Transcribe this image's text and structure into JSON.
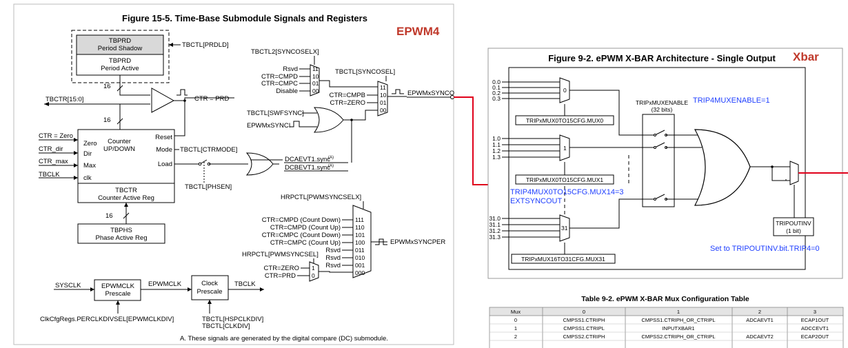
{
  "left": {
    "title": "Figure 15-5. Time-Base Submodule Signals and Registers",
    "tag": "EPWM4",
    "tbprd_shadow": [
      "TBPRD",
      "Period Shadow"
    ],
    "tbprd_active": [
      "TBPRD",
      "Period Active"
    ],
    "tbctl_prdld": "TBCTL[PRDLD]",
    "w16a": "16",
    "w16b": "16",
    "w16c": "16",
    "tbctr": "TBCTR[15:0]",
    "ctr_prd": "CTR = PRD",
    "counter_inputs": [
      "CTR = Zero",
      "CTR_dir",
      "CTR_max",
      "TBCLK"
    ],
    "counter_left": [
      "Zero",
      "Dir",
      "Max",
      "clk"
    ],
    "counter_center": [
      "Counter",
      "UP/DOWN"
    ],
    "counter_right": [
      "Reset",
      "Mode",
      "Load"
    ],
    "counter_reg": [
      "TBCTR",
      "Counter Active Reg"
    ],
    "tbctl_ctrmode": "TBCTL[CTRMODE]",
    "tbctl_phsen": "TBCTL[PHSEN]",
    "tbphs": [
      "TBPHS",
      "Phase Active Reg"
    ],
    "tbctl2": "TBCTL2[SYNCOSELX]",
    "mux1_inputs": [
      "Rsvd",
      "CTR=CMPD",
      "CTR=CMPC",
      "Disable"
    ],
    "mux1_codes": [
      "11",
      "10",
      "01",
      "00"
    ],
    "tbctl_syncosel": "TBCTL[SYNCOSEL]",
    "mux2_inputs": [
      "CTR=CMPB",
      "CTR=ZERO"
    ],
    "mux2_codes": [
      "11",
      "10",
      "01",
      "00"
    ],
    "epwmxsynco": "EPWMxSYNCO",
    "swfsync": "TBCTL[SWFSYNC]",
    "epwmxsynci": "EPWMxSYNCI",
    "dcaevt": "DCAEVT1.sync",
    "dcbevt": "DCBEVT1.sync",
    "footnote_mark": "(A)",
    "hrpctl_x": "HRPCTL[PWMSYNCSELX]",
    "mux3_inputs": [
      "CTR=CMPD (Count Down)",
      "CTR=CMPD (Count Up)",
      "CTR=CMPC (Count Down)",
      "CTR=CMPC (Count Up)",
      "Rsvd",
      "Rsvd",
      "Rsvd"
    ],
    "mux3_codes": [
      "111",
      "110",
      "101",
      "100",
      "011",
      "010",
      "001",
      "000"
    ],
    "epwmxsyncper": "EPWMxSYNCPER",
    "hrpctl_sel": "HRPCTL[PWMSYNCSEL]",
    "mux4_inputs": [
      "CTR=ZERO",
      "CTR=PRD"
    ],
    "mux4_codes": [
      "1",
      "0"
    ],
    "sysclk": "SYSCLK",
    "epwmclk_box": [
      "EPWMCLK",
      "Prescale"
    ],
    "epwmclk": "EPWMCLK",
    "clock_box": [
      "Clock",
      "Prescale"
    ],
    "tbclk_out": "TBCLK",
    "clkcfg": "ClkCfgRegs.PERCLKDIVSEL[EPWMCLKDIV]",
    "hspclk": [
      "TBCTL[HSPCLKDIV]",
      "TBCTL[CLKDIV]"
    ],
    "footnote": "A. These signals are generated by the digital compare (DC) submodule."
  },
  "right": {
    "title": "Figure 9-2. ePWM X-BAR Architecture - Single Output",
    "tag": "Xbar",
    "g0": [
      "0.0",
      "0.1",
      "0.2",
      "0.3"
    ],
    "g1": [
      "1.0",
      "1.1",
      "1.2",
      "1.3"
    ],
    "g31": [
      "31.0",
      "31.1",
      "31.2",
      "31.3"
    ],
    "mux_labels": [
      "0",
      "1",
      "31"
    ],
    "cfg0": "TRIPxMUX0TO15CFG.MUX0",
    "cfg1": "TRIPxMUX0TO15CFG.MUX1",
    "cfg31": "TRIPxMUX16TO31CFG.MUX31",
    "muxenable": [
      "TRIPxMUXENABLE",
      "(32 bits)"
    ],
    "enable_note": "TRIP4MUXENABLE=1",
    "mux14_note": [
      "TRIP4MUX0TO15CFG.MUX14=3",
      "EXTSYNCOUT"
    ],
    "tripoutinv": [
      "TRIPOUTINV",
      "(1 bit)"
    ],
    "inv_note": "Set to TRIPOUTINV.bit.TRIP4=0"
  },
  "table": {
    "title": "Table 9-2. ePWM X-BAR Mux Configuration Table",
    "headers": [
      "Mux",
      "0",
      "1",
      "2",
      "3"
    ],
    "rows": [
      [
        "0",
        "CMPSS1.CTRIPH",
        "CMPSS1.CTRIPH_OR_CTRIPL",
        "ADCAEVT1",
        "ECAP1OUT"
      ],
      [
        "1",
        "CMPSS1.CTRIPL",
        "INPUTXBAR1",
        "",
        "ADCCEVT1"
      ],
      [
        "2",
        "CMPSS2.CTRIPH",
        "CMPSS2.CTRIPH_OR_CTRIPL",
        "ADCAEVT2",
        "ECAP2OUT"
      ]
    ]
  },
  "colors": {
    "tag": "#c0392b",
    "note": "#1f3fff",
    "connector": "#e0001a"
  }
}
